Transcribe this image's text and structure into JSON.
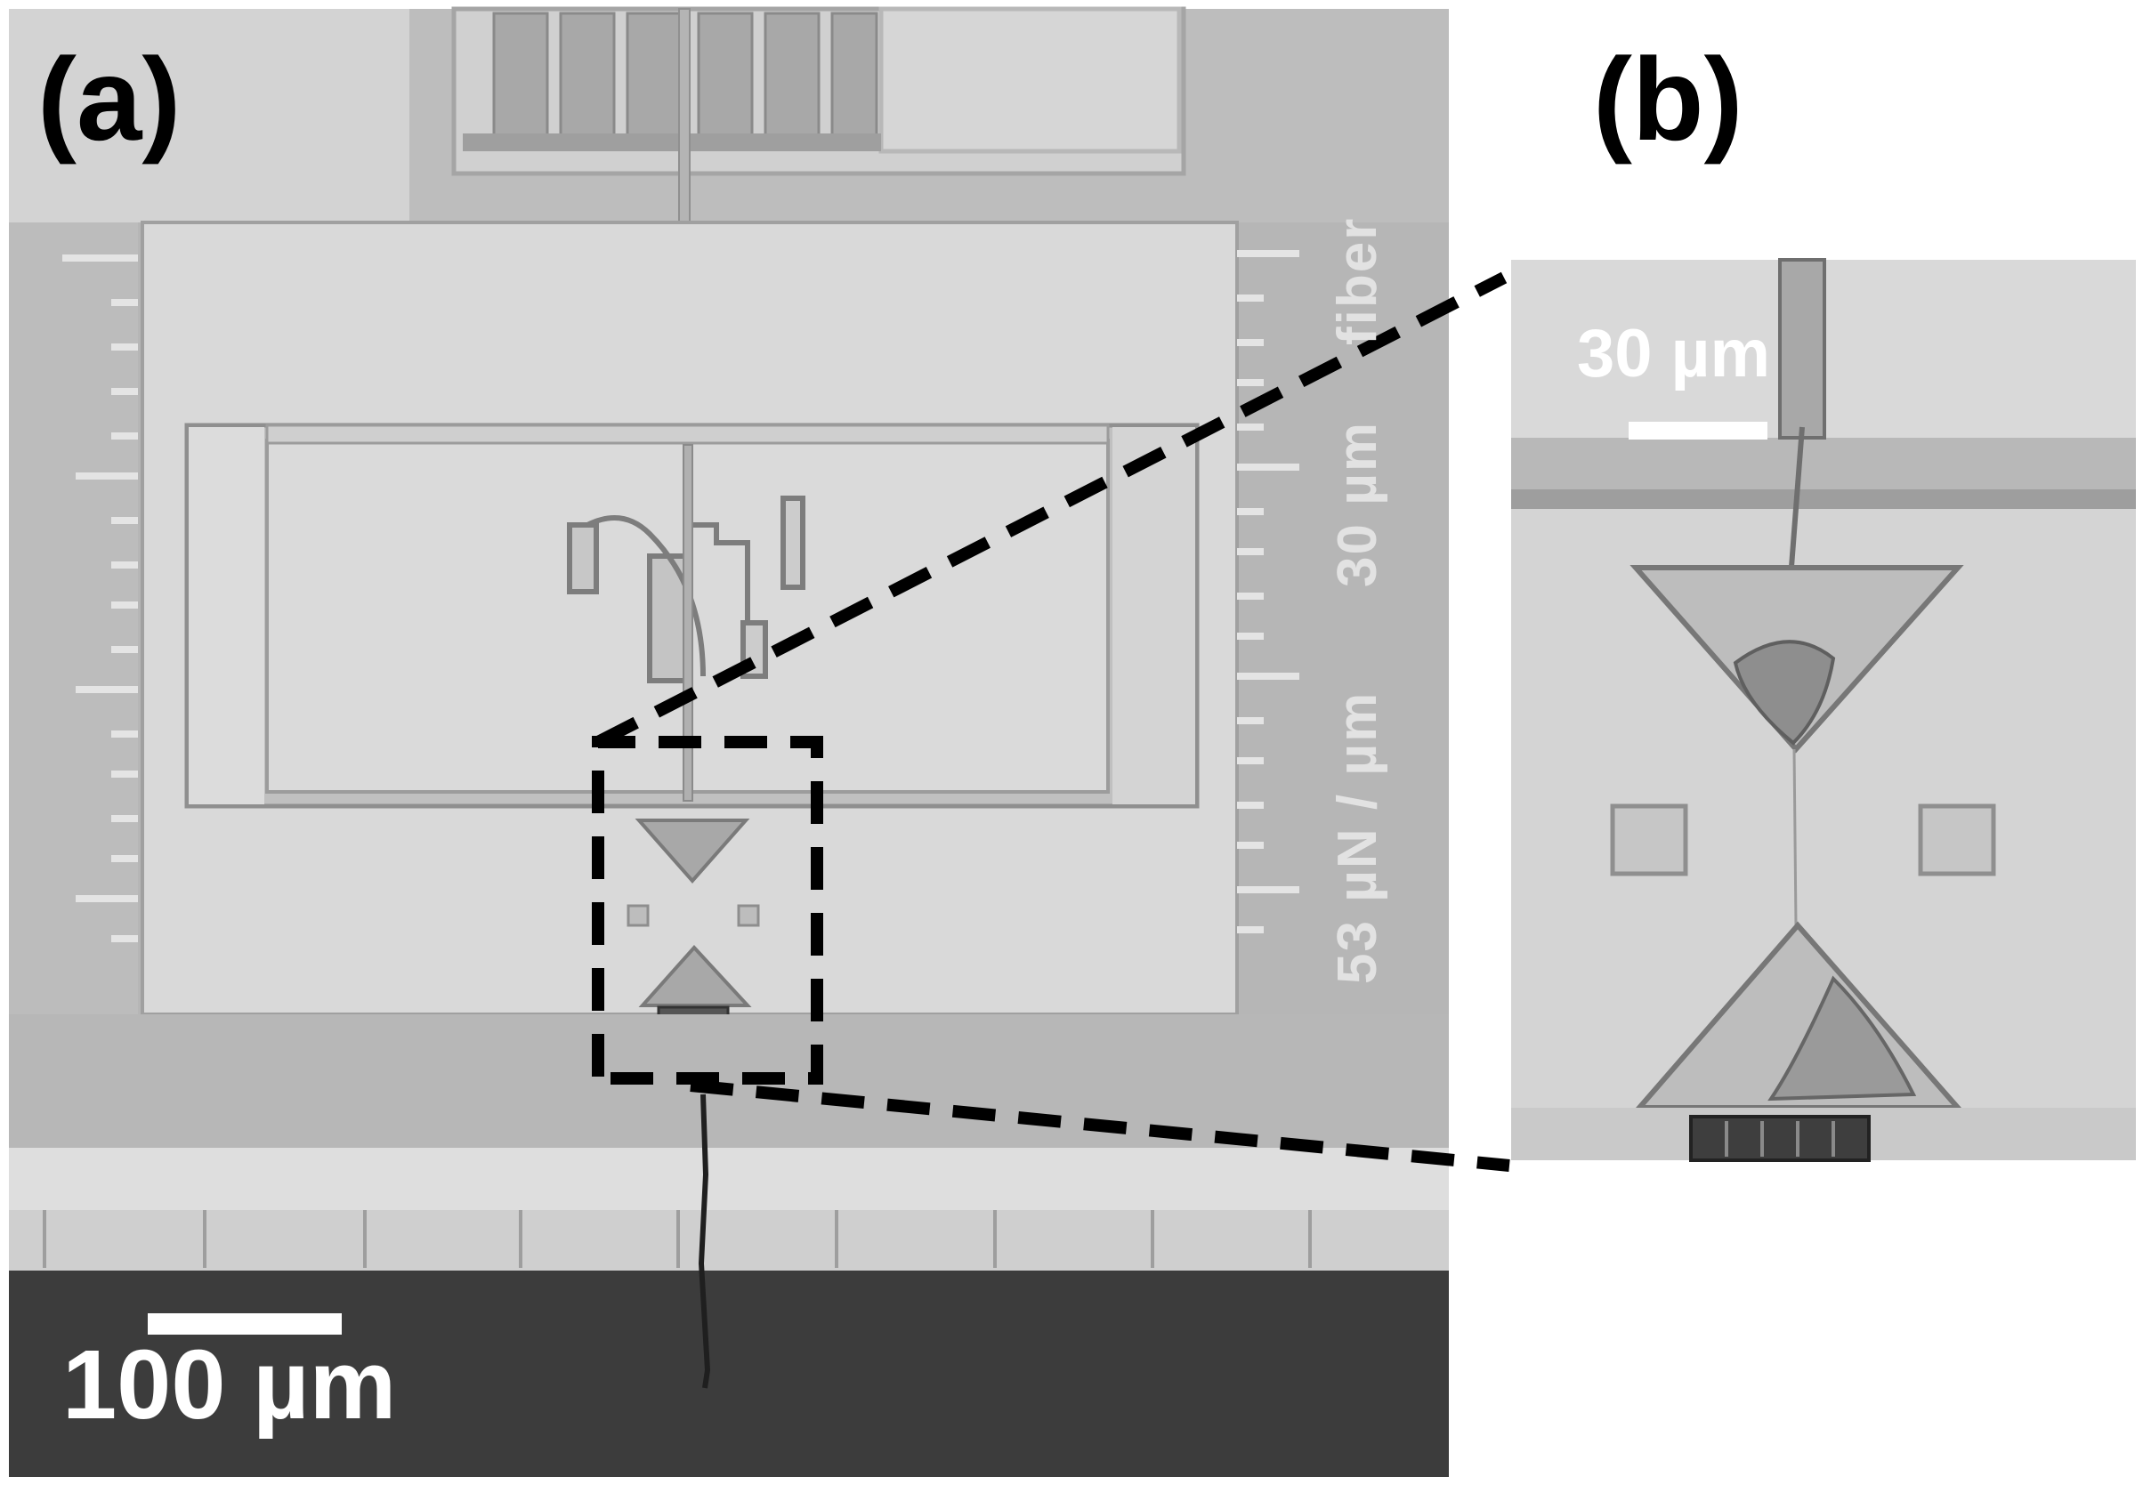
{
  "panels": {
    "a": {
      "label": "(a)",
      "scale_bar": "100 µm"
    },
    "b": {
      "label": "(b)",
      "scale_bar": "30 µm"
    }
  },
  "chip_labels": [
    "53 µN / µm",
    "30 µm",
    "fiber"
  ],
  "colors": {
    "background": "#ffffff",
    "chip_light": "#d8d8d8",
    "chip_mid": "#bcbcbc",
    "dark_region": "#3c3c3c",
    "dash": "#000000"
  }
}
